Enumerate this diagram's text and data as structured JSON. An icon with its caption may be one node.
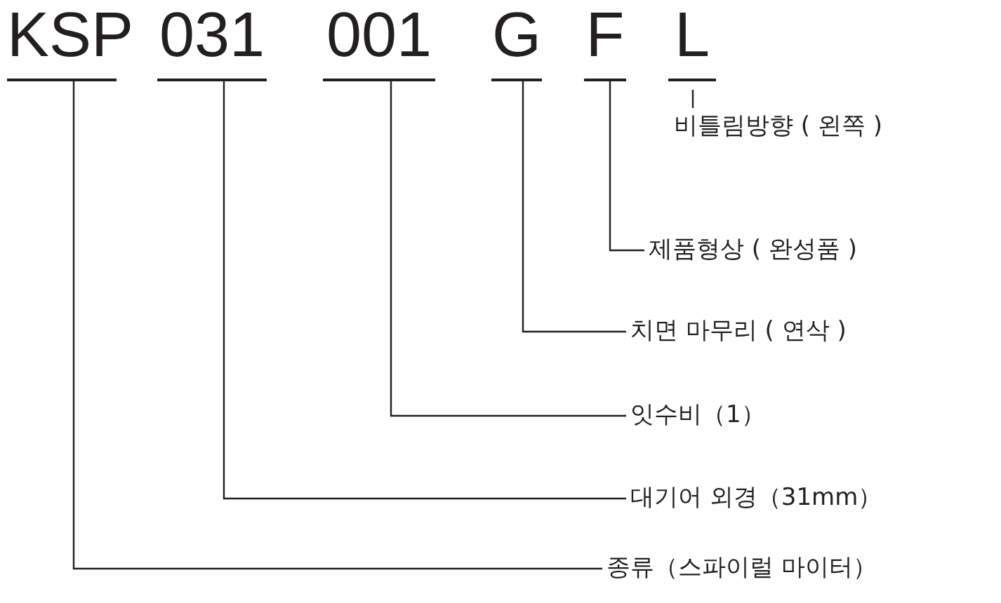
{
  "diagram": {
    "nodes": [
      {
        "text": [
          "KSP"
        ]
      },
      {
        "text": [
          "031"
        ]
      },
      {
        "text": [
          "001"
        ]
      },
      {
        "text": [
          "G"
        ]
      },
      {
        "text": [
          "F"
        ]
      },
      {
        "text": [
          "L"
        ]
      },
      {
        "text": [
          "비틀림방향 ( 왼쪽 )"
        ]
      },
      {
        "text": [
          "제품형상 ( 완성품 )"
        ]
      },
      {
        "text": [
          "치면 마무리 ( 연삭 )"
        ]
      },
      {
        "text": [
          "잇수비（1）"
        ]
      },
      {
        "text": [
          "대기어 외경（31mm）"
        ]
      },
      {
        "text": [
          "종류（스파이럴 마이터）"
        ]
      }
    ],
    "edges": [
      {
        "from": 5,
        "to": 6,
        "arrow": "none"
      },
      {
        "from": 4,
        "to": 7,
        "arrow": "none"
      },
      {
        "from": 3,
        "to": 8,
        "arrow": "none"
      },
      {
        "from": 2,
        "to": 9,
        "arrow": "none"
      },
      {
        "from": 1,
        "to": 10,
        "arrow": "none"
      },
      {
        "from": 0,
        "to": 11,
        "arrow": "none"
      }
    ]
  }
}
